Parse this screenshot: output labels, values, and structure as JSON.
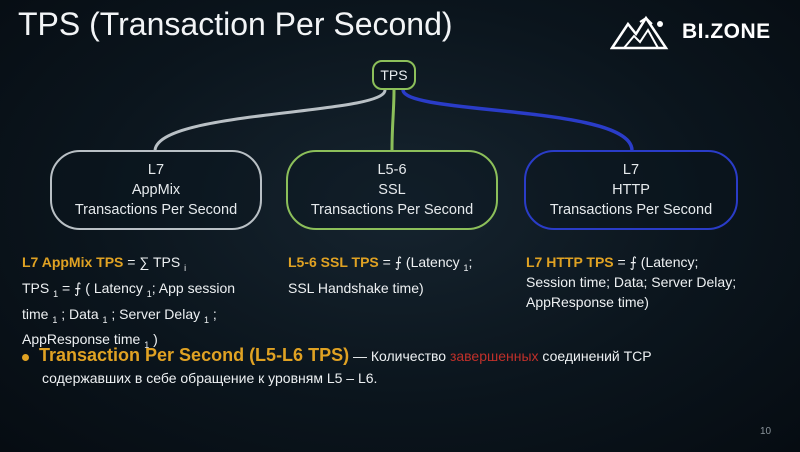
{
  "title": "TPS (Transaction Per Second)",
  "logo": {
    "text": "BI.ZONE",
    "icon": "mountain-logo-icon"
  },
  "root": {
    "label": "TPS"
  },
  "nodes": [
    {
      "line1": "L7",
      "line2": "AppMix",
      "line3": "Transactions Per Second",
      "color": "#b9c0c5"
    },
    {
      "line1": "L5-6",
      "line2": "SSL",
      "line3": "Transactions Per Second",
      "color": "#8cbf5a"
    },
    {
      "line1": "L7",
      "line2": "HTTP",
      "line3": "Transactions Per Second",
      "color": "#2a3cc8"
    }
  ],
  "descriptions": {
    "appmix": {
      "name": "L7 AppMix TPS",
      "eq": " = ∑ TPS",
      "sub_i": "i",
      "l2_a": "TPS",
      "l2_b": " = ⨍ ( Latency",
      "l2_c": "; App session",
      "l3_a": "time",
      "l3_b": " ; Data",
      "l3_c": " ; Server Delay",
      "l3_d": " ;",
      "l4_a": "AppResponse time",
      "l4_b": " )",
      "sub_1": "1"
    },
    "ssl": {
      "name": "L5-6 SSL TPS",
      "eq": " = ⨍ (Latency",
      "sub_1": "1",
      "eq_end": ";",
      "l2": "SSL Handshake time)"
    },
    "http": {
      "name": "L7 HTTP TPS",
      "eq": " = ⨍ (Latency;",
      "l2": "Session time; Data; Server Delay;",
      "l3": "AppResponse time)"
    }
  },
  "bullet": {
    "lead": "Transaction Per Second (L5-L6 TPS)",
    "dash": " — ",
    "text_a": "Количество ",
    "text_red": "завершенных",
    "text_b": " соединений TCP",
    "text_c": "содержавших в себе обращение к уровням L5 – L6."
  },
  "page_number": "10",
  "colors": {
    "accent": "#e0a223",
    "red": "#c0302a",
    "green": "#8cbf5a",
    "blue": "#2a3cc8",
    "gray": "#b9c0c5"
  }
}
